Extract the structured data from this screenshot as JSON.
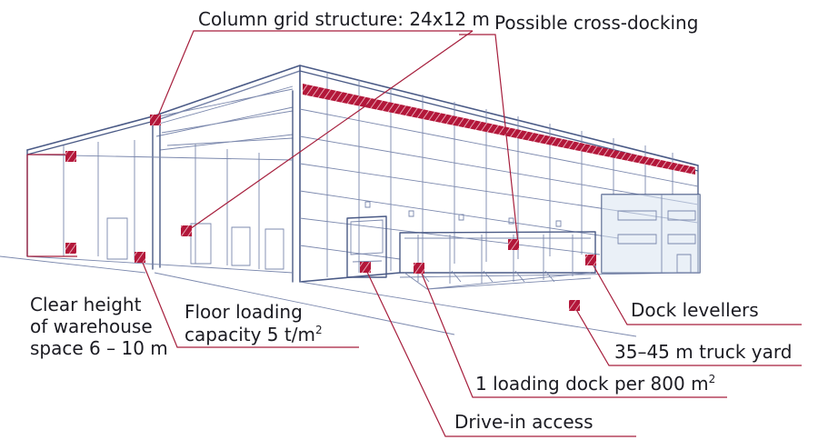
{
  "labels": {
    "column_grid": "Column grid structure: 24x12 m",
    "cross_docking": "Possible cross-docking",
    "clear_height_1": "Clear height",
    "clear_height_2": "of warehouse",
    "clear_height_3": "space 6 – 10 m",
    "floor_loading_1": "Floor loading",
    "floor_loading_2": "capacity 5 t/m",
    "floor_loading_sup": "2",
    "dock_levellers": "Dock levellers",
    "truck_yard": "35–45 m truck yard",
    "loading_dock": "1 loading dock per 800 m",
    "loading_dock_sup": "2",
    "drive_in": "Drive-in access"
  },
  "colors": {
    "accent": "#b3173a",
    "leader": "#a61e3c",
    "sketch": "#4a5a86",
    "text": "#1b1b22"
  }
}
